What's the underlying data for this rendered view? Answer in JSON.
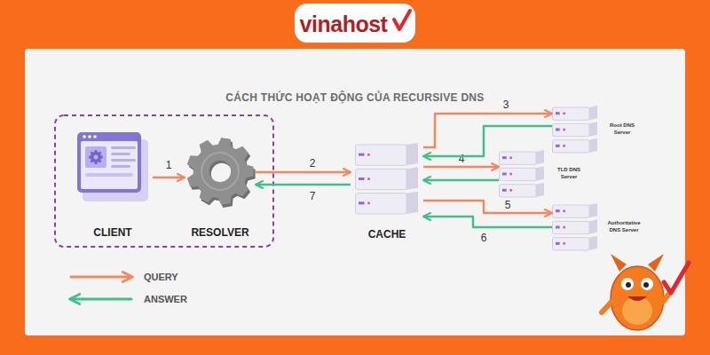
{
  "diagram": {
    "title": "CÁCH THỨC HOẠT ĐỘNG CỦA RECURSIVE DNS",
    "nodes": [
      {
        "text": [
          "CLIENT"
        ]
      },
      {
        "text": [
          "RESOLVER"
        ]
      },
      {
        "text": [
          "CACHE"
        ]
      },
      {
        "text": [
          "Root DNS Server"
        ]
      },
      {
        "text": [
          "TLD DNS Server"
        ]
      },
      {
        "text": [
          "Authoritative DNS Server"
        ]
      }
    ],
    "edges": [
      {
        "from": 0,
        "to": 1,
        "label": "1",
        "arrow": "to"
      },
      {
        "from": 1,
        "to": 2,
        "label": "2",
        "arrow": "to"
      },
      {
        "from": 2,
        "to": 3,
        "label": "3",
        "arrow": "to"
      },
      {
        "from": 3,
        "to": 2,
        "arrow": "to"
      },
      {
        "from": 2,
        "to": 4,
        "label": "4",
        "arrow": "to"
      },
      {
        "from": 4,
        "to": 2,
        "arrow": "to"
      },
      {
        "from": 2,
        "to": 5,
        "label": "5",
        "arrow": "to"
      },
      {
        "from": 5,
        "to": 2,
        "label": "6",
        "arrow": "to"
      },
      {
        "from": 2,
        "to": 1,
        "label": "7",
        "arrow": "to"
      }
    ],
    "labels": [
      "vinahost"
    ],
    "legend": [
      {
        "text": "QUERY"
      },
      {
        "text": "ANSWER"
      }
    ]
  }
}
